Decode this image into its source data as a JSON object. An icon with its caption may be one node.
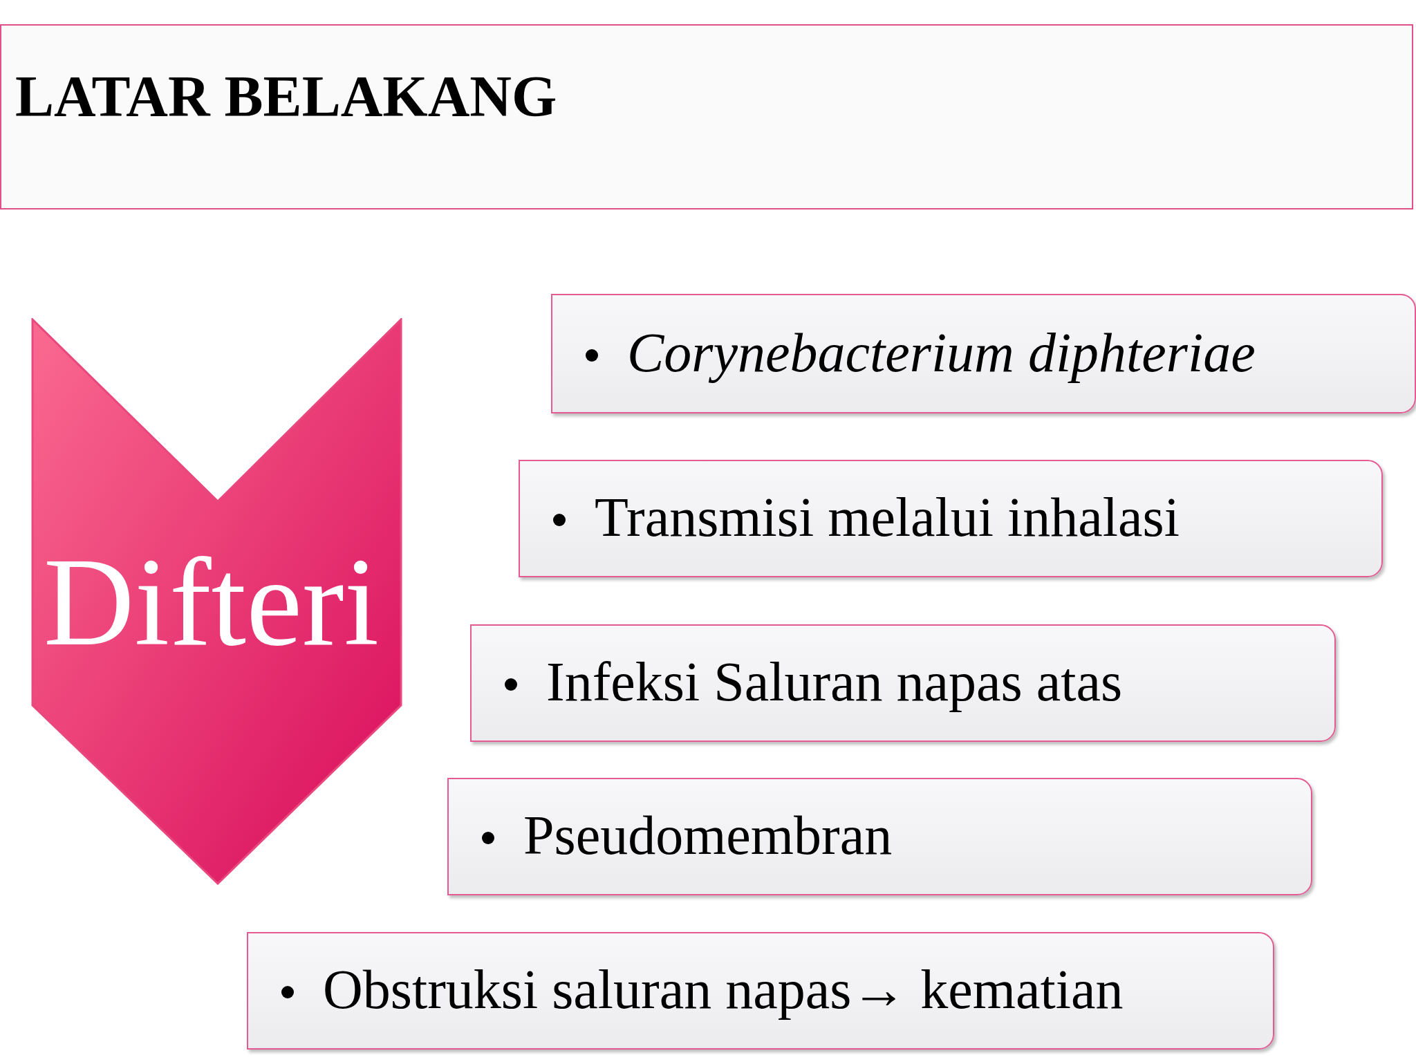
{
  "diagram": {
    "title": "LATAR BELAKANG",
    "nodes": [
      {
        "text": [
          "Difteri"
        ]
      },
      {
        "text": [
          "Corynebacterium diphteriae"
        ]
      },
      {
        "text": [
          "Transmisi melalui inhalasi"
        ]
      },
      {
        "text": [
          "Infeksi Saluran napas atas"
        ]
      },
      {
        "text": [
          "Pseudomembran"
        ]
      },
      {
        "text": [
          "Obstruksi saluran napas→ kematian"
        ]
      }
    ]
  }
}
